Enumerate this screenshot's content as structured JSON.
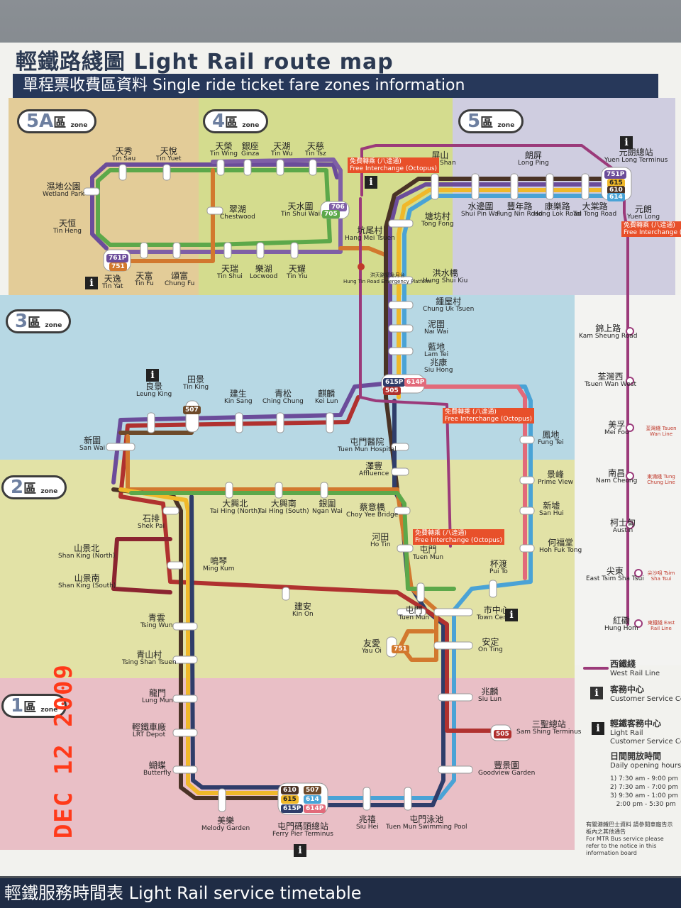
{
  "header": {
    "title": "輕鐵路綫圖 Light Rail route map",
    "subtitle": "單程票收費區資料 Single ride ticket fare zones information",
    "footer": "輕鐵服務時間表 Light Rail service timetable"
  },
  "zones": [
    {
      "id": "5A",
      "zh": "區",
      "en": "zone",
      "color": "#e3cc98"
    },
    {
      "id": "4",
      "zh": "區",
      "en": "zone",
      "color": "#d4dc8e"
    },
    {
      "id": "5",
      "zh": "區",
      "en": "zone",
      "color": "#cfcde0"
    },
    {
      "id": "3",
      "zh": "區",
      "en": "zone",
      "color": "#b7d8e4"
    },
    {
      "id": "2",
      "zh": "區",
      "en": "zone",
      "color": "#e2e2a6"
    },
    {
      "id": "1",
      "zh": "區",
      "en": "zone",
      "color": "#e9bfc6"
    }
  ],
  "stations": [
    {
      "zh": "天秀",
      "en": "Tin Sau"
    },
    {
      "zh": "天悅",
      "en": "Tin Yuet"
    },
    {
      "zh": "天榮",
      "en": "Tin Wing"
    },
    {
      "zh": "銀座",
      "en": "Ginza"
    },
    {
      "zh": "天湖",
      "en": "Tin Wu"
    },
    {
      "zh": "天慈",
      "en": "Tin Tsz"
    },
    {
      "zh": "濕地公園",
      "en": "Wetland Park"
    },
    {
      "zh": "天恒",
      "en": "Tin Heng"
    },
    {
      "zh": "翠湖",
      "en": "Chestwood"
    },
    {
      "zh": "天水圍",
      "en": "Tin Shui Wai"
    },
    {
      "zh": "天逸",
      "en": "Tin Yat"
    },
    {
      "zh": "天富",
      "en": "Tin Fu"
    },
    {
      "zh": "頌富",
      "en": "Chung Fu"
    },
    {
      "zh": "天瑞",
      "en": "Tin Shui"
    },
    {
      "zh": "樂湖",
      "en": "Locwood"
    },
    {
      "zh": "天耀",
      "en": "Tin Yiu"
    },
    {
      "zh": "坑尾村",
      "en": "Hang Mei Tsuen"
    },
    {
      "zh": "屏山",
      "en": "Ping Shan"
    },
    {
      "zh": "朗屏",
      "en": "Long Ping"
    },
    {
      "zh": "元朗總站",
      "en": "Yuen Long Terminus"
    },
    {
      "zh": "元朗",
      "en": "Yuen Long"
    },
    {
      "zh": "塘坊村",
      "en": "Tong Fong"
    },
    {
      "zh": "水邊圍",
      "en": "Shui Pin Wai"
    },
    {
      "zh": "豐年路",
      "en": "Fung Nin Road"
    },
    {
      "zh": "康樂路",
      "en": "Hong Lok Road"
    },
    {
      "zh": "大棠路",
      "en": "Tai Tong Road"
    },
    {
      "zh": "洪水橋",
      "en": "Hung Shui Kiu"
    },
    {
      "zh": "鍾屋村",
      "en": "Chung Uk Tsuen"
    },
    {
      "zh": "泥圍",
      "en": "Nai Wai"
    },
    {
      "zh": "藍地",
      "en": "Lam Tei"
    },
    {
      "zh": "兆康",
      "en": "Siu Hong"
    },
    {
      "zh": "良景",
      "en": "Leung King"
    },
    {
      "zh": "田景",
      "en": "Tin King"
    },
    {
      "zh": "建生",
      "en": "Kin Sang"
    },
    {
      "zh": "青松",
      "en": "Ching Chung"
    },
    {
      "zh": "麒麟",
      "en": "Kei Lun"
    },
    {
      "zh": "新圍",
      "en": "San Wai"
    },
    {
      "zh": "屯門醫院",
      "en": "Tuen Mun Hospital"
    },
    {
      "zh": "澤豐",
      "en": "Affluence"
    },
    {
      "zh": "鳳地",
      "en": "Fung Tei"
    },
    {
      "zh": "景峰",
      "en": "Prime View"
    },
    {
      "zh": "新墟",
      "en": "San Hui"
    },
    {
      "zh": "何福堂",
      "en": "Hoh Fuk Tong"
    },
    {
      "zh": "大興北",
      "en": "Tai Hing (North)"
    },
    {
      "zh": "大興南",
      "en": "Tai Hing (South)"
    },
    {
      "zh": "銀圍",
      "en": "Ngan Wai"
    },
    {
      "zh": "蔡意橋",
      "en": "Choy Yee Bridge"
    },
    {
      "zh": "石排",
      "en": "Shek Pai"
    },
    {
      "zh": "山景北",
      "en": "Shan King (North)"
    },
    {
      "zh": "山景南",
      "en": "Shan King (South)"
    },
    {
      "zh": "鳴琴",
      "en": "Ming Kum"
    },
    {
      "zh": "河田",
      "en": "Ho Tin"
    },
    {
      "zh": "屯門",
      "en": "Tuen Mun"
    },
    {
      "zh": "杯渡",
      "en": "Pui To"
    },
    {
      "zh": "建安",
      "en": "Kin On"
    },
    {
      "zh": "屯門",
      "en": "Tuen Mun"
    },
    {
      "zh": "市中心",
      "en": "Town Centre"
    },
    {
      "zh": "青雲",
      "en": "Tsing Wun"
    },
    {
      "zh": "友愛",
      "en": "Yau Oi"
    },
    {
      "zh": "安定",
      "en": "On Ting"
    },
    {
      "zh": "青山村",
      "en": "Tsing Shan Tsuen"
    },
    {
      "zh": "龍門",
      "en": "Lung Mun"
    },
    {
      "zh": "兆麟",
      "en": "Siu Lun"
    },
    {
      "zh": "輕鐵車廠",
      "en": "LRT Depot"
    },
    {
      "zh": "三聖總站",
      "en": "Sam Shing Terminus"
    },
    {
      "zh": "蝴蝶",
      "en": "Butterfly"
    },
    {
      "zh": "豐景園",
      "en": "Goodview Garden"
    },
    {
      "zh": "美樂",
      "en": "Melody Garden"
    },
    {
      "zh": "屯門碼頭總站",
      "en": "Ferry Pier Terminus"
    },
    {
      "zh": "兆禧",
      "en": "Siu Hei"
    },
    {
      "zh": "屯門泳池",
      "en": "Tuen Mun Swimming Pool"
    }
  ],
  "west_rail": {
    "stations": [
      {
        "zh": "錦上路",
        "en": "Kam Sheung Road"
      },
      {
        "zh": "荃灣西",
        "en": "Tsuen Wan West"
      },
      {
        "zh": "美孚",
        "en": "Mei Foo"
      },
      {
        "zh": "南昌",
        "en": "Nam Cheong"
      },
      {
        "zh": "柯士甸",
        "en": "Austin"
      },
      {
        "zh": "尖東",
        "en": "East Tsim Sha Tsui"
      },
      {
        "zh": "紅磡",
        "en": "Hung Hom"
      }
    ]
  },
  "routes": [
    "505",
    "507",
    "610",
    "614",
    "614P",
    "615",
    "615P",
    "705",
    "706",
    "751",
    "751P",
    "761P"
  ],
  "line_colors": {
    "r505": "#b0312f",
    "r507": "#6e4a2a",
    "r610": "#4a3326",
    "r614": "#4aa3d6",
    "r614P": "#e26a7a",
    "r615": "#f0b82a",
    "r615P": "#2f3d6a",
    "r705": "#5ca84a",
    "r706": "#7f5fa6",
    "r751": "#d2782e",
    "r761P": "#6b4c9a",
    "west_rail": "#9b3a7a"
  },
  "notes": {
    "interchange": "免費轉乘 (八達通)",
    "interchange_en": "Free Interchange (Octopus)",
    "emergency_zh": "洪天路緊急月台",
    "emergency_en": "Hung Tin Road Emergency Platform",
    "tsuen_wan": "荃灣綫 Tsuen Wan Line",
    "tung_chung": "東涌綫 Tung Chung Line",
    "tst": "尖沙咀 Tsim Sha Tsui",
    "east_rail": "東鐵綫 East Rail Line"
  },
  "legend": {
    "west_rail_zh": "西鐵綫",
    "west_rail_en": "West Rail Line",
    "cs_zh": "客務中心",
    "cs_en": "Customer Service Centre",
    "lr_zh": "輕鐵客務中心",
    "lr_en1": "Light Rail",
    "lr_en2": "Customer Service Centre",
    "hours_zh": "日間開放時間",
    "hours_en": "Daily opening hours:",
    "h1": "1) 7:30 am - 9:00 pm",
    "h2": "2) 7:30 am - 7:00 pm",
    "h3a": "3) 9:30 am - 1:00 pm",
    "h3b": "2:00 pm - 5:30 pm",
    "bus_zh": "有關港鐵巴士資料 請參閱車廠告示板內之其他通告",
    "bus_en": "For MTR Bus service please refer to the notice in this information board"
  },
  "date_stamp": "DEC 12 2009"
}
